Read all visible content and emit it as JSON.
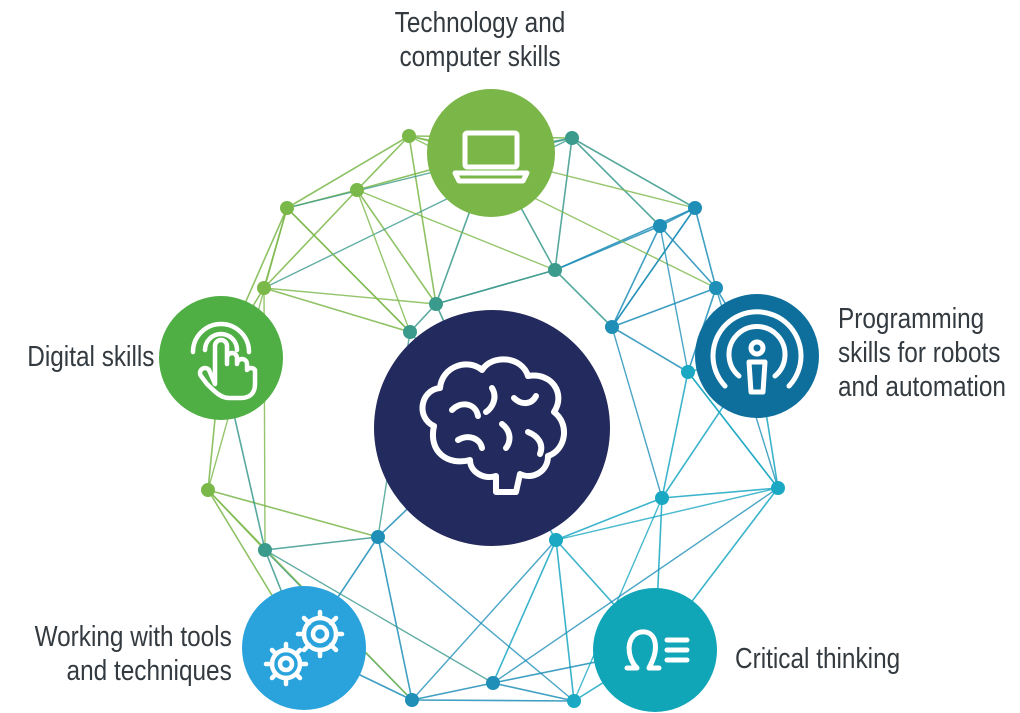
{
  "center": {
    "name": "brain-icon"
  },
  "nodes": [
    {
      "id": "tech",
      "lines": [
        "Technology and",
        "computer skills"
      ],
      "color": "#7ab648",
      "icon": "laptop-icon"
    },
    {
      "id": "prog",
      "lines": [
        "Programming",
        "skills for robots",
        "and automation"
      ],
      "color": "#0e6f9c",
      "icon": "ai-assistant-icon"
    },
    {
      "id": "critical",
      "lines": [
        "Critical thinking"
      ],
      "color": "#11a5b8",
      "icon": "critical-thinking-icon"
    },
    {
      "id": "working",
      "lines": [
        "Working with tools",
        "and techniques"
      ],
      "color": "#2aa3dd",
      "icon": "gears-icon"
    },
    {
      "id": "digital",
      "lines": [
        "Digital skills"
      ],
      "color": "#4faf45",
      "icon": "touch-gesture-icon"
    }
  ],
  "colors": {
    "center_fill": "#232b5e",
    "network_green": "#7bb84a",
    "network_teal": "#3a9a8c",
    "network_blue": "#1f8fb8",
    "network_cyan": "#1aa8c2"
  }
}
